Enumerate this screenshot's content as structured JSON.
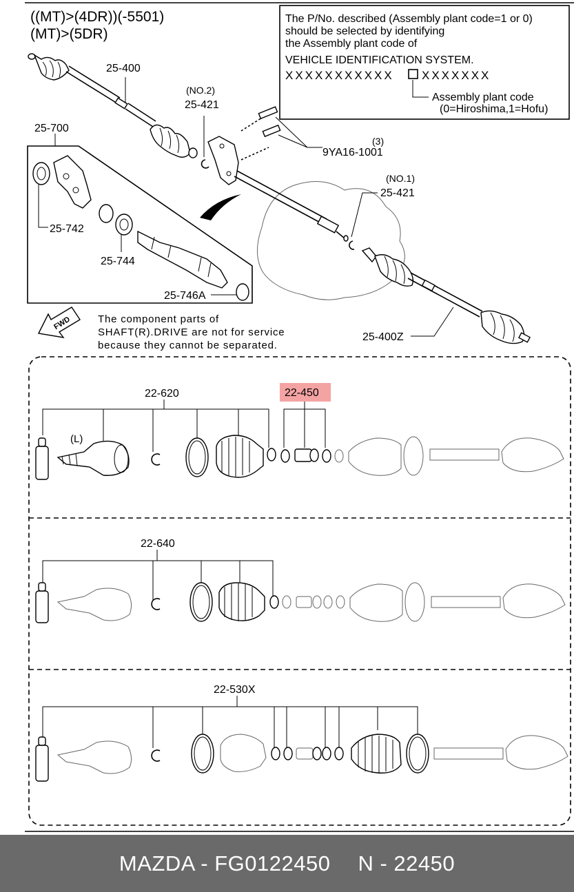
{
  "header": {
    "title_line1": "((MT)>(4DR))(-5501)",
    "title_line2": "(MT)>(5DR)"
  },
  "notice": {
    "line1": "The P/No. described (Assembly plant code=1 or 0)",
    "line2": "should be selected by identifying",
    "line3": "the Assembly plant code of",
    "line4": "VEHICLE IDENTIFICATION SYSTEM.",
    "vin_left": "XXXXXXXXXXX",
    "vin_right": "XXXXXXX",
    "plant_label": "Assembly plant code",
    "plant_values": "(0=Hiroshima,1=Hofu)"
  },
  "callouts": {
    "shaft_l": "25-400",
    "shaft_r": "25-400Z",
    "clip_no2_tag": "(NO.2)",
    "clip_no2": "25-421",
    "clip_no1_tag": "(NO.1)",
    "clip_no1": "25-421",
    "bolt_qty": "(3)",
    "bolt": "9YA16-1001",
    "inset": "25-700",
    "seal": "25-742",
    "bearing": "25-744",
    "inner_shaft": "25-746A"
  },
  "note": {
    "line1": "The component parts of",
    "line2": "SHAFT(R).DRIVE are not for service",
    "line3": "because they cannot be separated."
  },
  "fwd_label": "FWD",
  "kit_panels": {
    "panel1_label": "22-620",
    "panel1_highlight": "22-450",
    "panel1_side": "(L)",
    "panel2_label": "22-640",
    "panel3_label": "22-530X"
  },
  "colors": {
    "highlight": "#f4a3a3",
    "footer_bg": "#6a6a6a",
    "footer_text": "#ffffff"
  },
  "footer": {
    "left": "MAZDA - FG0122450",
    "right": "N - 22450"
  }
}
